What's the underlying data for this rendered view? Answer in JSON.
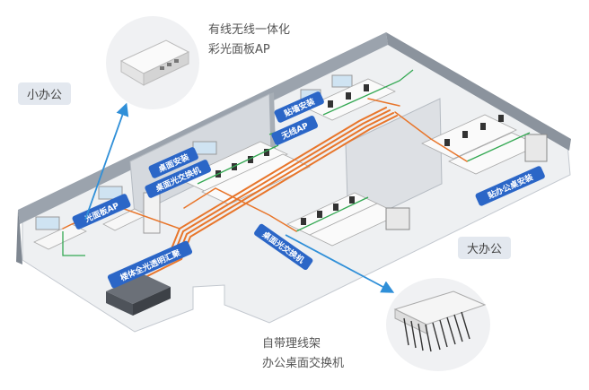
{
  "callouts": {
    "top_title_line1": "有线无线一体化",
    "top_title_line2": "彩光面板AP",
    "bottom_title_line1": "自带理线架",
    "bottom_title_line2": "办公桌面交换机"
  },
  "zones": {
    "small_office": "小办公",
    "big_office": "大办公"
  },
  "tags": {
    "panel_ap": "光面板AP",
    "building_rack": "楼体全光透明汇聚",
    "desk_install": "桌面安装",
    "desk_switch_a": "桌面光交换机",
    "wireless_ap": "无线AP",
    "wall_install": "贴墙安装",
    "desk_switch_b": "桌面光交换机",
    "under_desk_install": "贴办公桌安装"
  },
  "colors": {
    "fiber": "#e8752a",
    "network": "#33a852",
    "tag": "#2b66c7",
    "arrow": "#2f8fd8",
    "wall": "#9ba3ad",
    "floor": "#eef0f2"
  }
}
